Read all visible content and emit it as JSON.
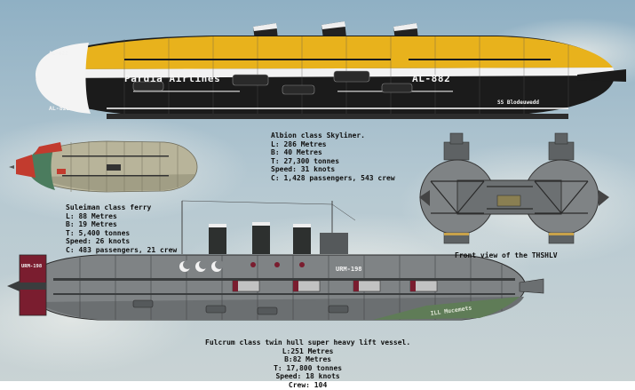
{
  "colors": {
    "sky_top": "#9bb8c9",
    "sky_bottom": "#c7d5da",
    "yellow": "#e8b21c",
    "hull_black": "#1b1b1b",
    "hull_white": "#f2f2f2",
    "ferry_khaki": "#b8b49a",
    "ferry_red": "#c23b2e",
    "fulcrum_grey": "#7f8385",
    "fulcrum_red": "#7a1d2f",
    "fulcrum_green": "#5f7c57"
  },
  "albion": {
    "brand": "Pardia Airlines",
    "code_right": "AL-882",
    "code_nose": "AL-822",
    "code_nose_top": "AL-822",
    "ship_name": "SS Blodeuwedd",
    "spec_title": "Albion class Skyliner.",
    "specs": [
      "L: 286 Metres",
      "B: 40 Metres",
      "T: 27,300 tonnes",
      "Speed: 31 knots",
      "C: 1,428 passengers, 543 crew"
    ]
  },
  "suleiman": {
    "spec_title": "Suleiman class ferry",
    "specs": [
      "L: 88 Metres",
      "B: 19 Metres",
      "T: 5,400 tonnes",
      "Speed: 26 knots",
      "C: 483 passengers, 21 crew"
    ]
  },
  "front_view": {
    "caption": "Front view of the THSHLV"
  },
  "fulcrum": {
    "code_nose": "URM-198",
    "code_side": "URM-198",
    "ship_name": "ILL Mucemets",
    "spec_title": "Fulcrum class twin hull super heavy lift vessel.",
    "specs": [
      "L:251 Metres",
      "B:82 Metres",
      "T: 17,800 tonnes",
      "Speed: 18 knots",
      "Crew: 104"
    ]
  }
}
